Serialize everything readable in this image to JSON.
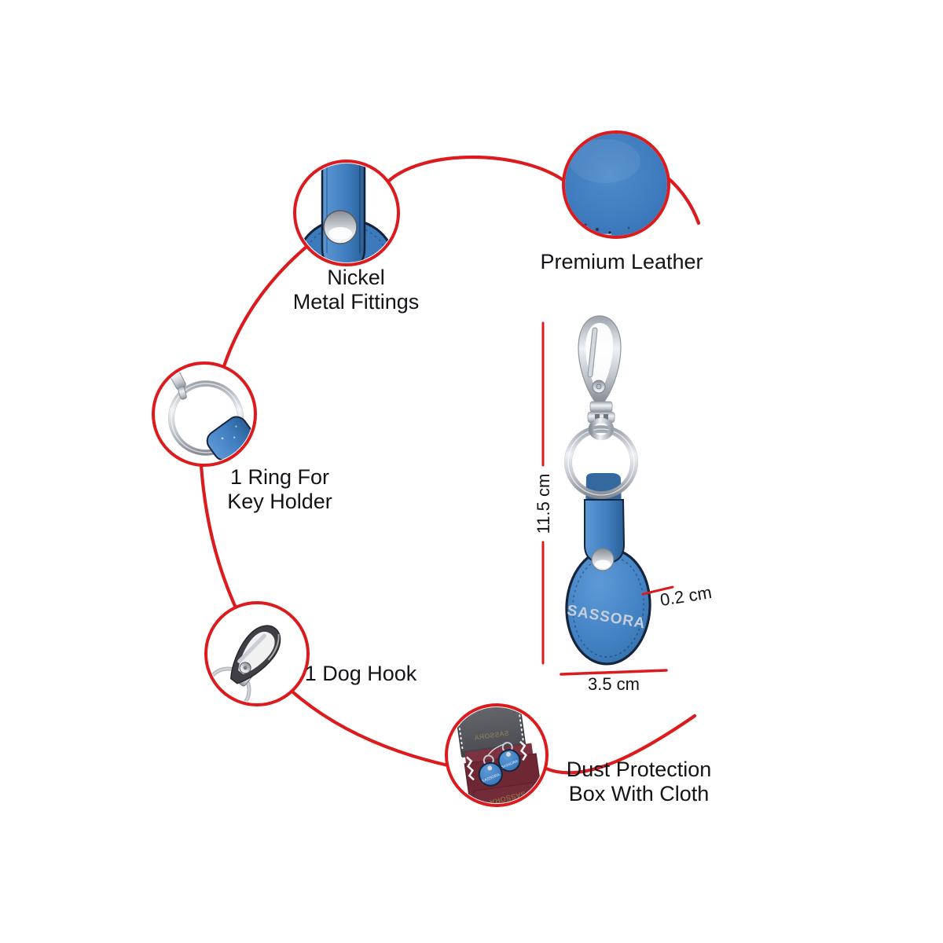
{
  "product": {
    "brand": "SASSORA",
    "height": "11.5 cm",
    "width": "3.5 cm",
    "thickness": "0.2 cm"
  },
  "features": [
    {
      "name": "nickel-metal-fittings",
      "lines": [
        "Nickel",
        "Metal Fittings"
      ]
    },
    {
      "name": "premium-leather",
      "lines": [
        "Premium Leather"
      ]
    },
    {
      "name": "ring-for-key-holder",
      "lines": [
        "1 Ring For",
        "Key Holder"
      ]
    },
    {
      "name": "dog-hook",
      "lines": [
        "1 Dog Hook"
      ]
    },
    {
      "name": "dust-protection-box",
      "lines": [
        "Dust Protection",
        "Box With Cloth"
      ]
    }
  ],
  "colors": {
    "accent_red": "#dc1b1e",
    "leather_blue": "#3f7fc2",
    "box_maroon": "#6d2834",
    "metal_silver": "#c9ced4",
    "text_black": "#121417"
  }
}
